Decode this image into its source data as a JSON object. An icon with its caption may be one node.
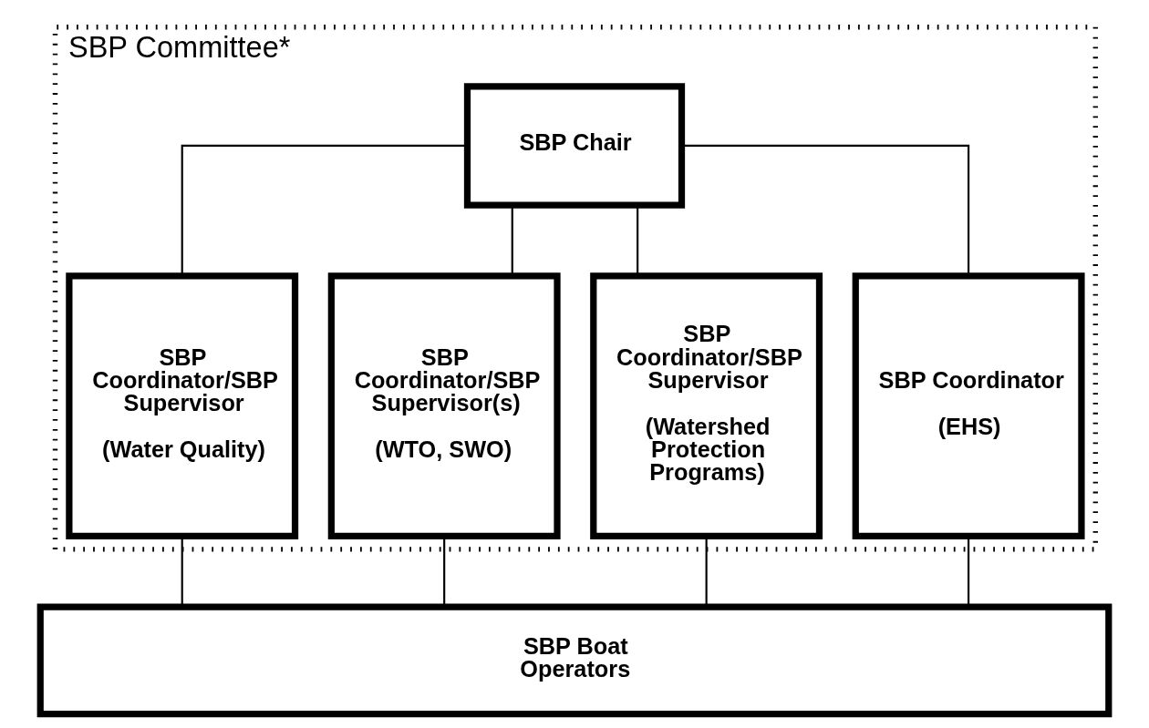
{
  "diagram": {
    "nodes": [
      {
        "text": [
          "SBP Committee*"
        ]
      },
      {
        "text": [
          "SBP Chair"
        ],
        "in": 0
      },
      {
        "text": [
          "SBP Coordinator/SBP Supervisor",
          "(Water Quality)"
        ],
        "in": 0
      },
      {
        "text": [
          "SBP Coordinator/SBP Supervisor(s)",
          "(WTO, SWO)"
        ],
        "in": 0
      },
      {
        "text": [
          "SBP Coordinator/SBP Supervisor",
          "(Watershed Protection Programs)"
        ],
        "in": 0
      },
      {
        "text": [
          "SBP Coordinator",
          "(EHS)"
        ],
        "in": 0
      },
      {
        "text": [
          "SBP Boat Operators"
        ]
      }
    ],
    "edges": [
      {
        "from": 1,
        "to": 2,
        "arrow": "none"
      },
      {
        "from": 1,
        "to": 3,
        "arrow": "none"
      },
      {
        "from": 1,
        "to": 4,
        "arrow": "none"
      },
      {
        "from": 1,
        "to": 5,
        "arrow": "none"
      },
      {
        "from": 2,
        "to": 6,
        "arrow": "none"
      },
      {
        "from": 3,
        "to": 6,
        "arrow": "none"
      },
      {
        "from": 4,
        "to": 6,
        "arrow": "none"
      },
      {
        "from": 5,
        "to": 6,
        "arrow": "none"
      }
    ]
  }
}
